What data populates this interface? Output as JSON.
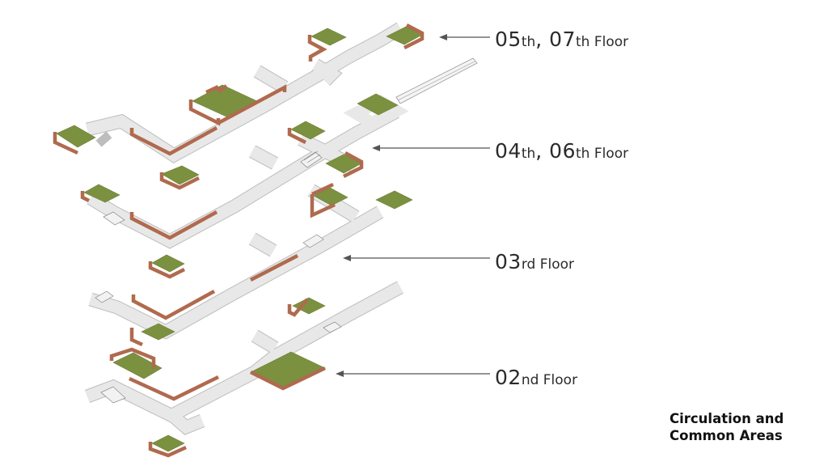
{
  "labels": [
    {
      "parts": [
        "05",
        "th",
        ", ",
        "07",
        "th Floor"
      ]
    },
    {
      "parts": [
        "04",
        "th",
        ", ",
        "06",
        "th Floor"
      ]
    },
    {
      "parts": [
        "03",
        "rd Floor"
      ]
    },
    {
      "parts": [
        "02",
        "nd Floor"
      ]
    }
  ],
  "caption": {
    "line1": "Circulation and",
    "line2": "Common Areas"
  },
  "colors": {
    "corridor": "#e8e8e8",
    "green_area": "#7b9140",
    "wall": "#b06a4e",
    "arrow": "#555555"
  }
}
